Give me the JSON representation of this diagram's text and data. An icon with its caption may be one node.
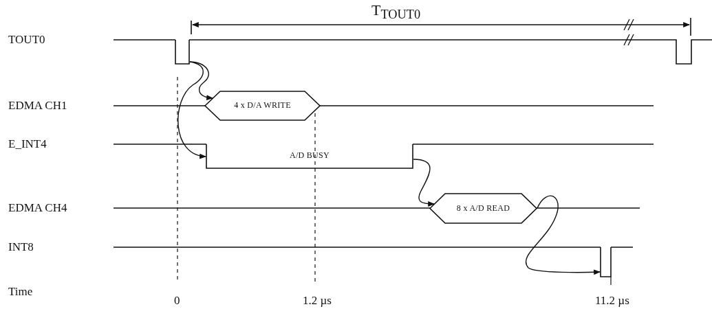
{
  "diagram": {
    "nodes": [
      {
        "text": [],
        "shape": "pulse"
      },
      {
        "text": [
          "4 x D/A WRITE"
        ]
      },
      {
        "text": [
          "A/D BUSY"
        ]
      },
      {
        "text": [
          "8 x A/D READ"
        ]
      },
      {
        "text": [],
        "shape": "pulse"
      }
    ],
    "edges": [
      {
        "from": 0,
        "to": 1,
        "arrow": "to"
      },
      {
        "from": 0,
        "to": 2,
        "arrow": "to"
      },
      {
        "from": 2,
        "to": 3,
        "arrow": "to"
      },
      {
        "from": 3,
        "to": 4,
        "arrow": "to"
      }
    ],
    "labels": [
      "T$_{TOUT0}$",
      "TOUT0",
      "EDMA CH1",
      "E_INT4",
      "EDMA CH4",
      "INT8",
      "Time",
      "0",
      "1.2 µs",
      "11.2 µs"
    ]
  }
}
